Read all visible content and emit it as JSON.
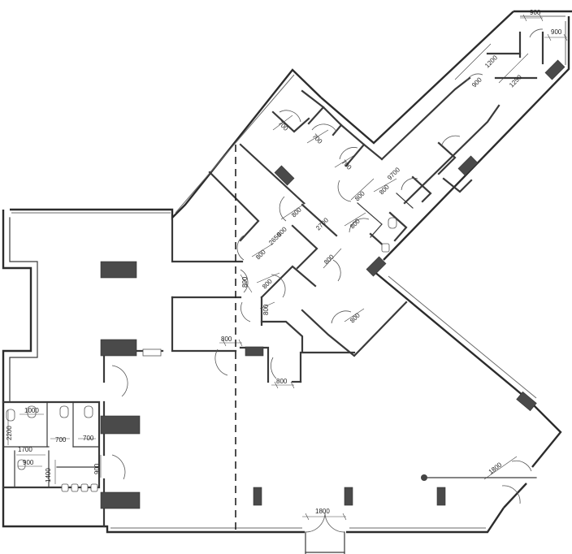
{
  "dimensions": [
    {
      "id": "d01",
      "text": "900"
    },
    {
      "id": "d02",
      "text": "900"
    },
    {
      "id": "d03",
      "text": "1200"
    },
    {
      "id": "d04",
      "text": "900"
    },
    {
      "id": "d05",
      "text": "1250"
    },
    {
      "id": "d06",
      "text": "700"
    },
    {
      "id": "d07",
      "text": "700"
    },
    {
      "id": "d08",
      "text": "700"
    },
    {
      "id": "d09",
      "text": "9700"
    },
    {
      "id": "d10",
      "text": "800"
    },
    {
      "id": "d11",
      "text": "800"
    },
    {
      "id": "d12",
      "text": "800"
    },
    {
      "id": "d13",
      "text": "2700"
    },
    {
      "id": "d14",
      "text": "800"
    },
    {
      "id": "d15",
      "text": "800"
    },
    {
      "id": "d16",
      "text": "2650"
    },
    {
      "id": "d17",
      "text": "800"
    },
    {
      "id": "d18",
      "text": "800"
    },
    {
      "id": "d19",
      "text": "800"
    },
    {
      "id": "d20",
      "text": "800"
    },
    {
      "id": "d21",
      "text": "800"
    },
    {
      "id": "d22",
      "text": "800"
    },
    {
      "id": "d23",
      "text": "800"
    },
    {
      "id": "d24",
      "text": "800"
    },
    {
      "id": "d25",
      "text": "1000"
    },
    {
      "id": "d26",
      "text": "2200"
    },
    {
      "id": "d27",
      "text": "700"
    },
    {
      "id": "d28",
      "text": "700"
    },
    {
      "id": "d29",
      "text": "1700"
    },
    {
      "id": "d30",
      "text": "900"
    },
    {
      "id": "d31",
      "text": "900"
    },
    {
      "id": "d32",
      "text": "1400"
    },
    {
      "id": "d33",
      "text": "1800"
    },
    {
      "id": "d34",
      "text": "1800"
    }
  ]
}
